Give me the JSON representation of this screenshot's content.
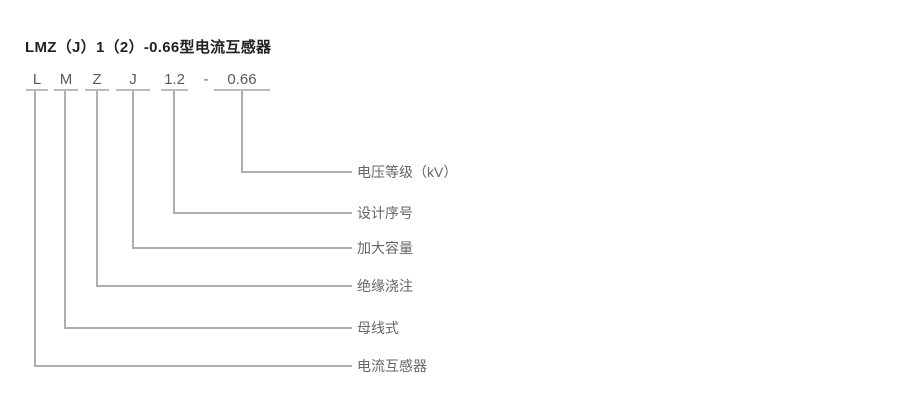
{
  "title": "LMZ（J）1（2）-0.66型电流互感器",
  "code_row": {
    "segments": [
      {
        "char": "L"
      },
      {
        "char": "M"
      },
      {
        "char": "Z"
      },
      {
        "char": "J"
      },
      {
        "char": "1.2"
      },
      {
        "char": "-"
      },
      {
        "char": "0.66"
      }
    ]
  },
  "legend": [
    {
      "code": "0.66",
      "text": "电压等级（kV）"
    },
    {
      "code": "1.2",
      "text": "设计序号"
    },
    {
      "code": "J",
      "text": "加大容量"
    },
    {
      "code": "Z",
      "text": "绝缘浇注"
    },
    {
      "code": "M",
      "text": "母线式"
    },
    {
      "code": "L",
      "text": "电流互感器"
    }
  ],
  "colors": {
    "background": "#ffffff",
    "title_text": "#222222",
    "code_text": "#5a5a5a",
    "label_text": "#666666",
    "connector_line": "#aeaeae",
    "underline": "#bcbcbc"
  }
}
